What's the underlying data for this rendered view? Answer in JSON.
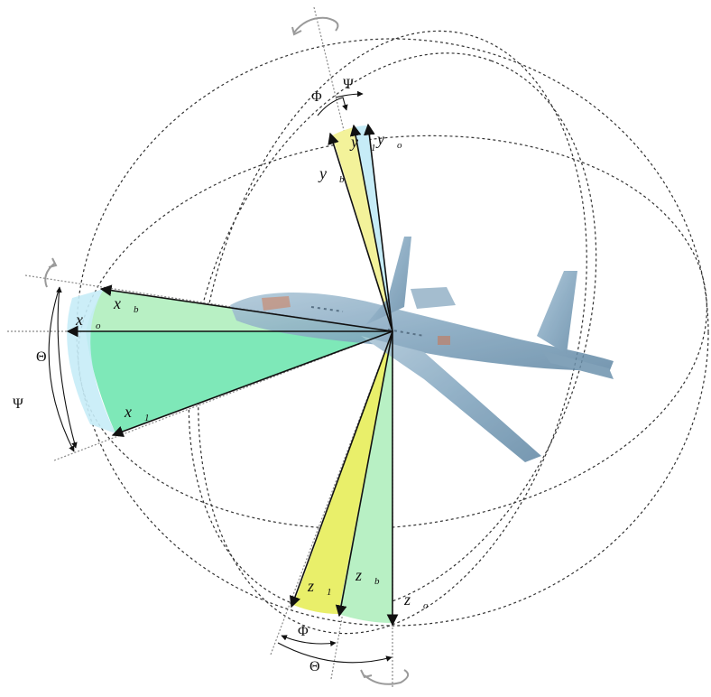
{
  "labels": {
    "x_o": "x⃗",
    "x_o_sub": "o",
    "x_b": "x⃗",
    "x_b_sub": "b",
    "x_1": "x⃗",
    "x_1_sub": "1",
    "y_o": "y⃗",
    "y_o_sub": "o",
    "y_1": "y⃗",
    "y_1_sub": "1",
    "y_b": "y⃗",
    "y_b_sub": "b",
    "z_o": "z⃗",
    "z_o_sub": "o",
    "z_b": "z⃗",
    "z_b_sub": "b",
    "z_1": "z⃗",
    "z_1_sub": "1"
  },
  "angles": {
    "theta_left": "Θ",
    "psi_left": "Ψ",
    "phi_top": "Φ",
    "psi_top": "Ψ",
    "phi_bottom": "Φ",
    "theta_bottom": "Θ"
  },
  "colors": {
    "wedge_blue": "#c6ecf7",
    "wedge_green": "#b8f0c4",
    "wedge_teal": "#7ee8b8",
    "wedge_yellow": "#f3f29a",
    "wedge_yellow_dark": "#e9ef6a",
    "aircraft": "#7fa3bd"
  },
  "icons": [
    "rotation-arrow-icon",
    "aircraft-icon"
  ]
}
